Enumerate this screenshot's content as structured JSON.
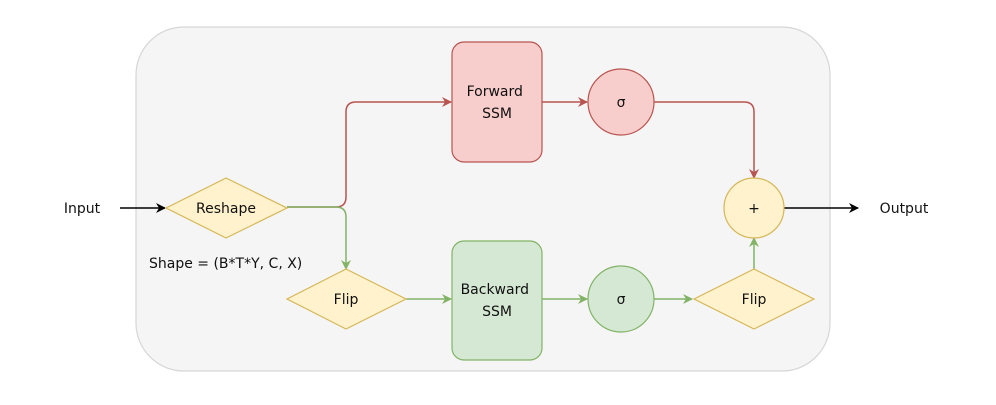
{
  "diagram": {
    "input_label": "Input",
    "output_label": "Output",
    "reshape_label": "Reshape",
    "shape_note": "Shape = (B*T*Y, C, X)",
    "forward_ssm": [
      "Forward",
      "SSM"
    ],
    "backward_ssm": [
      "Backward",
      "SSM"
    ],
    "sigma_label": "σ",
    "flip_label": "Flip",
    "sum_label": "+"
  },
  "colors": {
    "container_fill": "#f5f5f5",
    "container_stroke": "#d6d6d6",
    "red_fill": "#f8cecc",
    "red_stroke": "#b85450",
    "green_fill": "#d5e8d4",
    "green_stroke": "#82b366",
    "yellow_fill": "#fff2cc",
    "yellow_stroke": "#d6b656",
    "black": "#000000"
  }
}
